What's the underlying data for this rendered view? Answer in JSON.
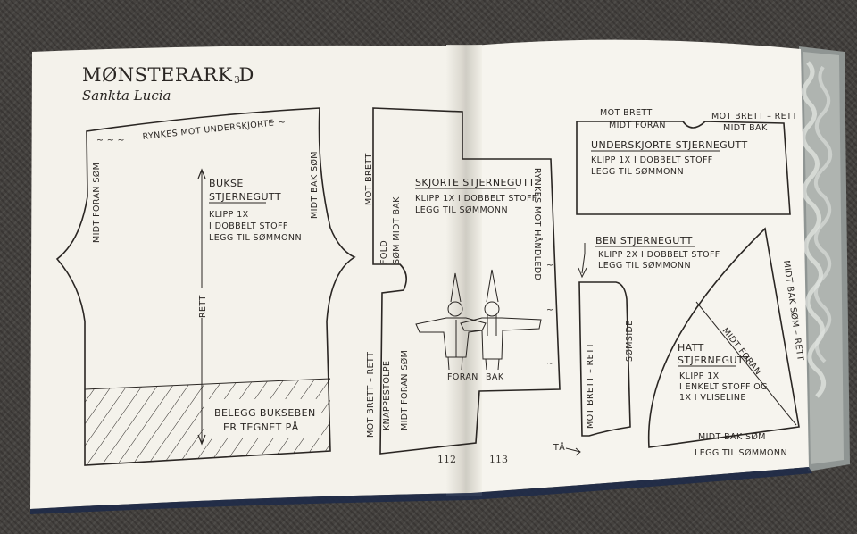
{
  "book": {
    "title": "MØNSTERARK D",
    "title_sub": "3",
    "subtitle": "Sankta Lucia",
    "page_left": "112",
    "page_right": "113"
  },
  "pieces": {
    "bukse": {
      "gather": "RYNKES MOT UNDERSKJORTE",
      "front_seam": "MIDT FORAN SØM",
      "back_seam": "MIDT BAK SØM",
      "name_1": "BUKSE",
      "name_2": "STJERNEGUTT",
      "cut_1": "KLIPP 1X",
      "cut_2": "I DOBBELT STOFF",
      "cut_3": "LEGG TIL SØMMONN",
      "grain": "RETT",
      "facing_1": "BELEGG BUKSEBEN",
      "facing_2": "ER TEGNET PÅ"
    },
    "skjorte": {
      "fold": "MOT BRETT",
      "fold_2": "FOLD",
      "back_seam": "SØM MIDT BAK",
      "name": "SKJORTE STJERNEGUTT",
      "cut_1": "KLIPP 1X I DOBBELT STOFF",
      "cut_2": "LEGG TIL SØMMONN",
      "gather": "RYNKES MOT HÅNDLEDD",
      "front_fold": "MOT BRETT – RETT",
      "placket": "KNAPPESTOLPE",
      "front_seam": "MIDT FORAN SØM",
      "fig_front": "FORAN",
      "fig_back": "BAK"
    },
    "underskjorte": {
      "fold_left": "MOT BRETT",
      "front": "MIDT FORAN",
      "fold_right": "MOT BRETT – RETT",
      "back": "MIDT BAK",
      "name": "UNDERSKJORTE STJERNEGUTT",
      "cut_1": "KLIPP 1X I DOBBELT STOFF",
      "cut_2": "LEGG TIL SØMMONN"
    },
    "ben": {
      "name": "BEN STJERNEGUTT",
      "cut_1": "KLIPP 2X I DOBBELT STOFF",
      "cut_2": "LEGG TIL SØMMONN",
      "fold": "MOT BRETT – RETT",
      "seam": "SØMSIDE",
      "toe": "TÅ"
    },
    "hatt": {
      "back_fold": "MIDT BAK SØM – RETT",
      "front": "MIDT FORAN",
      "name_1": "HATT",
      "name_2": "STJERNEGUTT",
      "cut_1": "KLIPP 1X",
      "cut_2": "I ENKELT STOFF OG",
      "cut_3": "1X I VLISELINE",
      "bottom_1": "MIDT BAK SØM",
      "bottom_2": "LEGG TIL SØMMONN"
    }
  }
}
